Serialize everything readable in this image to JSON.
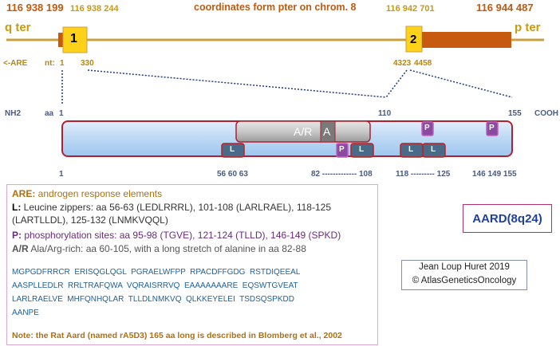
{
  "coords": {
    "left_big": "116 938 199",
    "left_small": "116 938 244",
    "center_caption": "coordinates form pter on chrom. 8",
    "right_small": "116 942 701",
    "right_big": "116 944 487"
  },
  "ends": {
    "qter": "q ter",
    "pter": "p ter"
  },
  "exons": {
    "e1": "1",
    "e2": "2"
  },
  "nt": {
    "are": "<-ARE",
    "label": "nt:",
    "n1": "1",
    "n330": "330",
    "n4323": "4323",
    "n4458": "4458"
  },
  "aa_axis": {
    "nh2": "NH2",
    "aa": "aa",
    "a1": "1",
    "a110": "110",
    "a155": "155",
    "cooh": "COOH"
  },
  "protein": {
    "ar_label": "A/R",
    "a_label": "A",
    "L": "L",
    "P": "P"
  },
  "positions": {
    "p1": "1",
    "p566063": "56 60 63",
    "p82_108": "82 ------------- 108",
    "p118_125": "118 --------- 125",
    "p146": "146 149 155"
  },
  "legend": {
    "are_k": "ARE:",
    "are_v": " androgen response elements",
    "l_k": "L:",
    "l_v1": " Leucine zippers: aa 56-63 (LEDLRRRL), 101-108 (LARLRAEL), 118-125",
    "l_v2": "(LARTLLDL), 125-132 (LNMKVQQL)",
    "p_k": "P:",
    "p_v": " phosphorylation sites: aa 95-98 (TGVE), 121-124 (TLLD), 146-149 (SPKD)",
    "ar_k": "A/R",
    "ar_v": " Ala/Arg-rich: aa 60-105, with a long stretch of alanine in aa 82-88"
  },
  "sequence": {
    "line1": "MGPGDFRRCR  ERISQGLQGL  PGRAELWFPP  RPACDFFGDG  RSTDIQEEAL",
    "line2": "AASPLLEDLR  RRLTRAFQWA  VQRAISRRVQ  EAAAAAAARE  EQSWTGVEAT",
    "line3": "LARLRAELVE  MHFQNHQLAR  TLLDLNMKVQ  QLKKEYELEI  TSDSQSPKDD",
    "line4": "AANPE"
  },
  "note": "Note: the Rat Aard (named rA5D3) 165 aa long is described in Blomberg et al., 2002",
  "aard": "AARD(8q24)",
  "credit1": "Jean Loup Huret 2019",
  "credit2": "© AtlasGeneticsOncology",
  "colors": {
    "axis": "#c8a040",
    "exon": "#ffd21a",
    "exon_dark": "#c85a10",
    "protein_fill": "#bcd8f4",
    "L_box": "#4a6a8a",
    "P_box": "#8a4aa0"
  }
}
